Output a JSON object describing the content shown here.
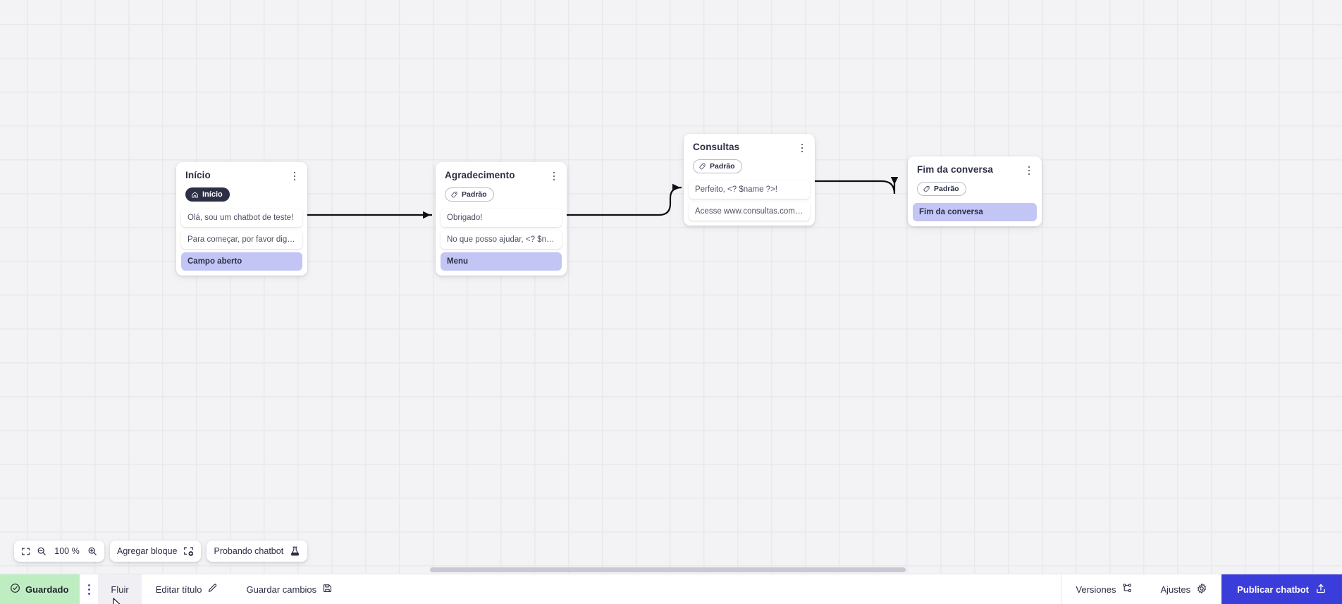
{
  "canvas": {
    "zoom_label": "100 %",
    "grid": true
  },
  "nodes": [
    {
      "title": "Início",
      "badge": {
        "label": "Início",
        "icon": "home-icon",
        "style": "dark"
      },
      "messages": [
        {
          "text": "Olá, sou um chatbot de teste!",
          "accent": false
        },
        {
          "text": "Para começar, por favor digite o ...",
          "accent": false
        },
        {
          "text": "Campo aberto",
          "accent": true
        }
      ]
    },
    {
      "title": "Agradecimento",
      "badge": {
        "label": "Padrão",
        "icon": "tag-icon",
        "style": "outline"
      },
      "messages": [
        {
          "text": "Obrigado!",
          "accent": false
        },
        {
          "text": "No que posso ajudar, <? $name ...",
          "accent": false
        },
        {
          "text": "Menu",
          "accent": true
        }
      ]
    },
    {
      "title": "Consultas",
      "badge": {
        "label": "Padrão",
        "icon": "tag-icon",
        "style": "outline"
      },
      "messages": [
        {
          "text": "Perfeito, <? $name ?>!",
          "accent": false
        },
        {
          "text": "Acesse www.consultas.com par...",
          "accent": false
        }
      ]
    },
    {
      "title": "Fim da conversa",
      "badge": {
        "label": "Padrão",
        "icon": "tag-icon",
        "style": "outline"
      },
      "messages": [
        {
          "text": "Fim da conversa",
          "accent": true
        }
      ]
    }
  ],
  "toolbar": {
    "fit_icon": "fit-screen-icon",
    "zoom_out_icon": "zoom-out-icon",
    "zoom_in_icon": "zoom-in-icon",
    "zoom_value": "100 %",
    "add_block_label": "Agregar bloque",
    "add_block_icon": "add-block-icon",
    "test_label": "Probando chatbot",
    "test_icon": "flask-icon"
  },
  "statusbar": {
    "saved_label": "Guardado",
    "saved_icon": "check-circle-icon",
    "menu_icon": "kebab-icon",
    "flow_tab_label": "Fluir",
    "edit_title_label": "Editar título",
    "edit_title_icon": "pencil-icon",
    "save_changes_label": "Guardar cambios",
    "save_changes_icon": "save-icon",
    "versions_label": "Versiones",
    "versions_icon": "branch-icon",
    "settings_label": "Ajustes",
    "settings_icon": "gear-icon",
    "publish_label": "Publicar chatbot",
    "publish_icon": "upload-icon"
  },
  "colors": {
    "accent_blue": "#3b3ddb",
    "saved_green": "#bfedc2",
    "node_accent": "#c3c6f5",
    "badge_dark": "#2d2f45"
  }
}
